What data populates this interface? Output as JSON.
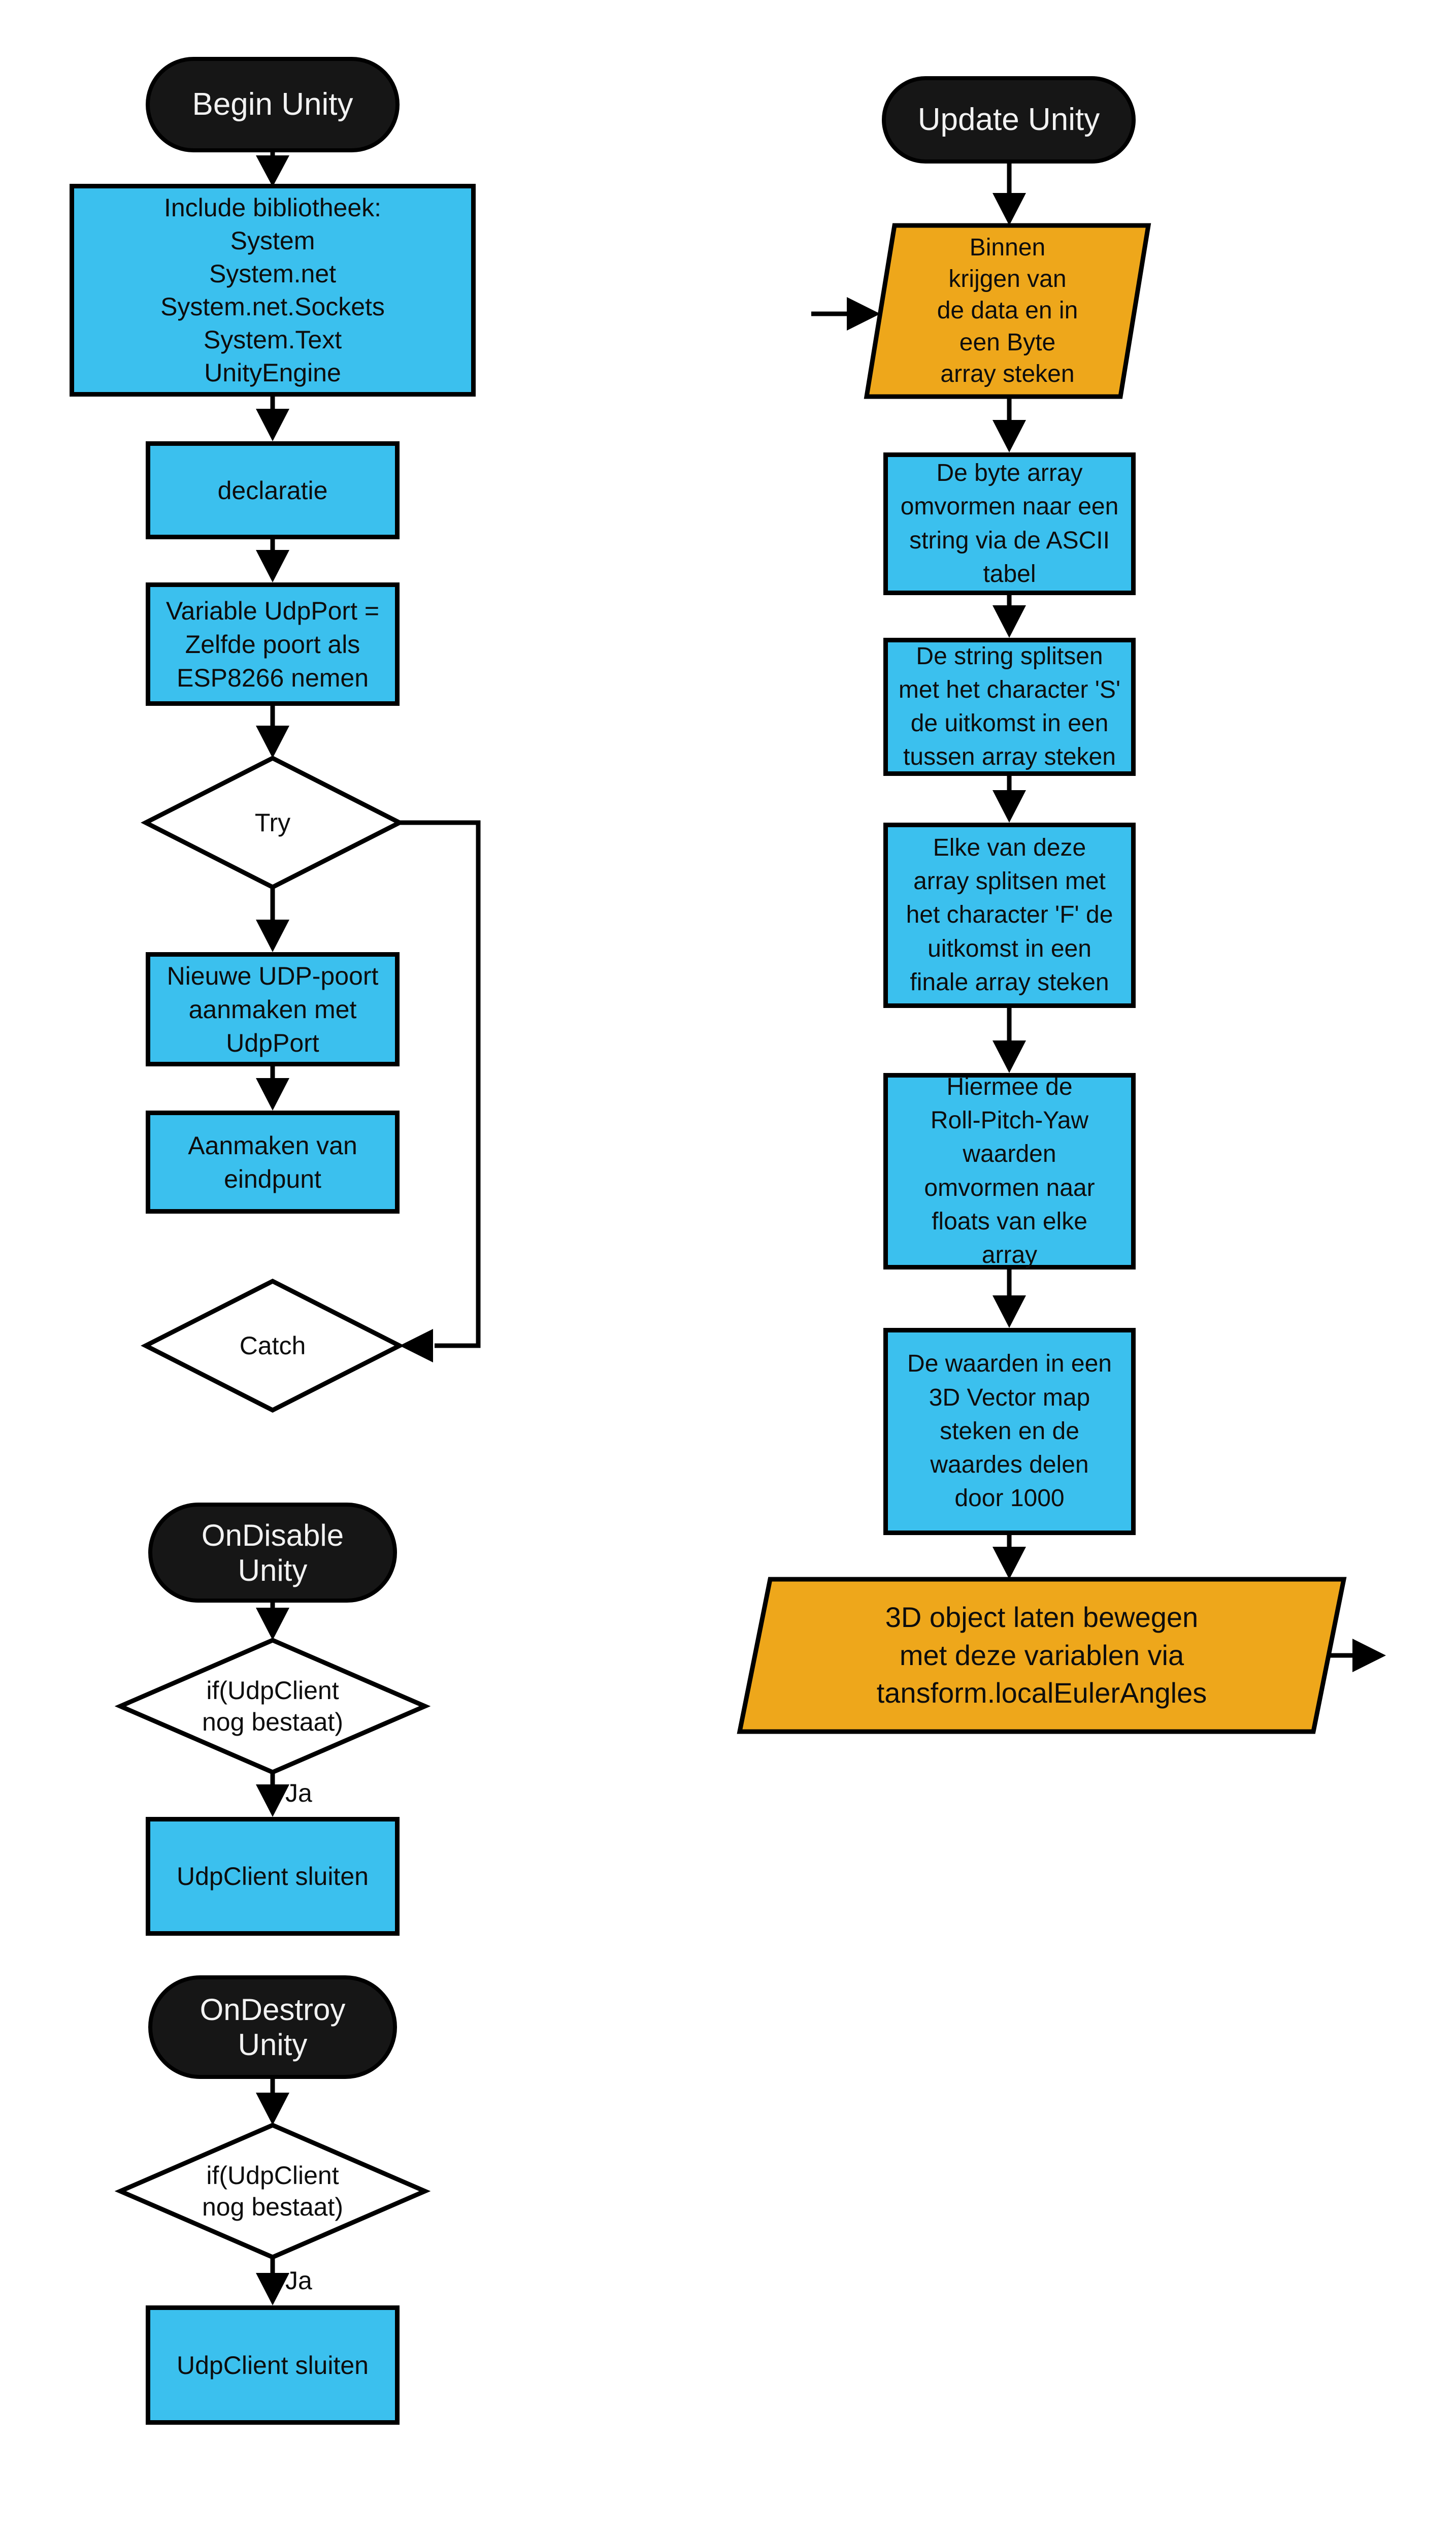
{
  "colors": {
    "process_blue": "#3bc0ee",
    "io_orange": "#eea71b",
    "terminator_fill": "#161616",
    "terminator_text": "#f2f2f2",
    "stroke": "#000000"
  },
  "flows": {
    "begin": {
      "title": "Begin Unity",
      "include": "Include bibliotheek:\nSystem\nSystem.net\nSystem.net.Sockets\nSystem.Text\nUnityEngine",
      "declaratie": "declaratie",
      "variable": "Variable UdpPort =\nZelfde poort als\nESP8266 nemen",
      "try_label": "Try",
      "nieuwe": "Nieuwe UDP-poort\naanmaken met\nUdpPort",
      "aanmaken": "Aanmaken van\neindpunt",
      "catch_label": "Catch"
    },
    "update": {
      "title": "Update Unity",
      "binnen": "Binnen\nkrijgen van\nde data en in\neen Byte\narray steken",
      "byte_array": "De byte array\nomvormen naar een\nstring via de ASCII\ntabel",
      "split_s": "De string splitsen\nmet het character 'S'\nde uitkomst in een\ntussen array steken",
      "split_f": "Elke van deze\narray splitsen met\nhet character 'F' de\nuitkomst in een\nfinale array steken",
      "floats": "Hiermee de\nRoll-Pitch-Yaw\nwaarden\nomvormen naar\nfloats van elke\narray",
      "vector": "De waarden in een\n3D Vector map\nsteken en de\nwaardes delen\ndoor 1000",
      "object3d": "3D object laten bewegen\nmet deze variablen via\ntansform.localEulerAngles"
    },
    "ondisable": {
      "title": "OnDisable\nUnity",
      "condition": "if(UdpClient\nnog bestaat)",
      "yes_label": "Ja",
      "action": "UdpClient sluiten"
    },
    "ondestroy": {
      "title": "OnDestroy\nUnity",
      "condition": "if(UdpClient\nnog bestaat)",
      "yes_label": "Ja",
      "action": "UdpClient sluiten"
    }
  }
}
